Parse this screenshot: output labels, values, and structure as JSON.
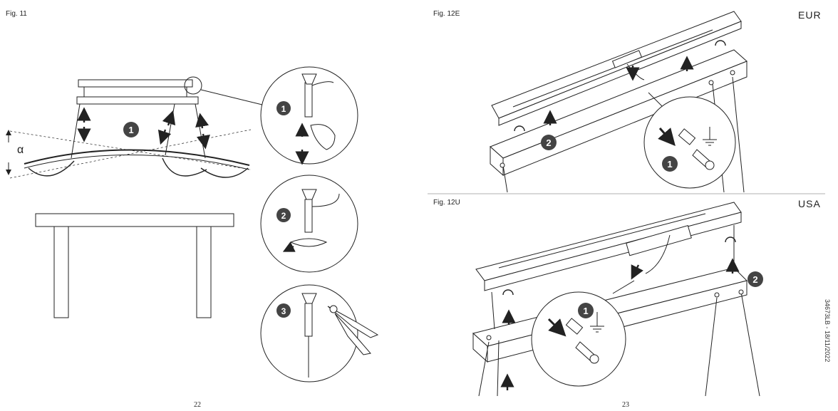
{
  "left_page": {
    "figure_label": "Fig. 11",
    "angle_symbol": "α",
    "steps": [
      "1",
      "1",
      "2",
      "3"
    ],
    "page_number": "22"
  },
  "right_page": {
    "top": {
      "figure_label": "Fig. 12E",
      "region": "EUR",
      "steps": [
        "1",
        "2"
      ]
    },
    "bottom": {
      "figure_label": "Fig. 12U",
      "region": "USA",
      "steps": [
        "1",
        "2"
      ]
    },
    "page_number": "23",
    "document_code": "34673LB - 18/11/2022"
  },
  "icons": [
    "magnet-icon",
    "ground-symbol-icon",
    "arrow-icon",
    "cable-cutter-icon",
    "hand-icon"
  ]
}
